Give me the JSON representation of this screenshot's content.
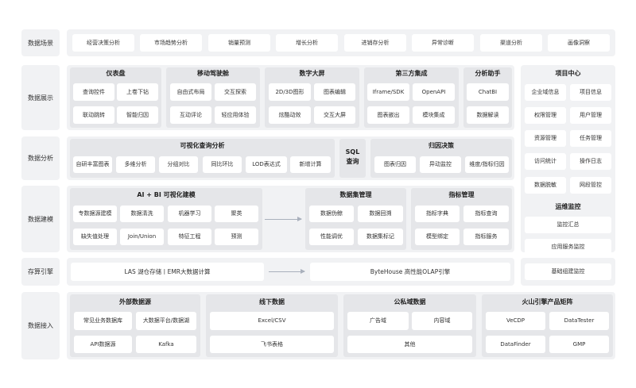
{
  "rows": {
    "scenes": "数据场景",
    "display": "数据展示",
    "analysis": "数据分析",
    "modeling": "数据建模",
    "storage": "存算引擎",
    "ingest": "数据接入"
  },
  "scenes": [
    "经营决策分析",
    "市场趋势分析",
    "销量预测",
    "增长分析",
    "进销存分析",
    "异常诊断",
    "渠道分析",
    "画像洞察"
  ],
  "display": {
    "dashboard": {
      "title": "仪表盘",
      "items": [
        "查询控件",
        "上卷下钻",
        "联动跳转",
        "智能归因"
      ]
    },
    "mobile": {
      "title": "移动驾驶舱",
      "items": [
        "自由式布局",
        "交互探索",
        "互动评论",
        "轻应用体验"
      ]
    },
    "bigscreen": {
      "title": "数字大屏",
      "items": [
        "2D/3D图形",
        "图表编辑",
        "炫酷动效",
        "交互大屏"
      ]
    },
    "thirdparty": {
      "title": "第三方集成",
      "items": [
        "Iframe/SDK",
        "OpenAPI",
        "图表嵌出",
        "模块集成"
      ]
    },
    "assistant": {
      "title": "分析助手",
      "items": [
        "ChatBI",
        "数据解读"
      ]
    }
  },
  "analysis": {
    "visual": {
      "title": "可视化查询分析",
      "items": [
        "自研丰富图表",
        "多维分析",
        "分组对比",
        "同比环比",
        "LOD表达式",
        "新增计算"
      ]
    },
    "sql": {
      "line1": "SQL",
      "line2": "查询"
    },
    "attribution": {
      "title": "归因决策",
      "items": [
        "图表归因",
        "异动监控",
        "维度/指标归因"
      ]
    }
  },
  "modeling": {
    "ai": {
      "title": "AI + BI 可视化建模",
      "items": [
        "专数据源建模",
        "数据清洗",
        "机器学习",
        "聚类",
        "缺失值处理",
        "Join/Union",
        "特征工程",
        "预测"
      ]
    },
    "dataset": {
      "title": "数据集管理",
      "items": [
        "数据伪鲸",
        "数据回溯",
        "性能调优",
        "数据集标记"
      ]
    },
    "metric": {
      "title": "指标管理",
      "items": [
        "指标字典",
        "指标查询",
        "模型绑定",
        "指标服务"
      ]
    }
  },
  "project": {
    "title": "项目中心",
    "items": [
      "企业域信息",
      "项目信息",
      "权限管理",
      "用户管理",
      "资源管理",
      "任务管理",
      "访问统计",
      "操作日志",
      "数据脱敏",
      "网段管控"
    ]
  },
  "ops": {
    "title": "运维监控",
    "items": [
      "监控汇总",
      "应用服务监控",
      "基础组建监控"
    ]
  },
  "storage": {
    "left": "LAS 湖仓存储丨EMR大数据计算",
    "right": "ByteHouse 高性能OLAP引擎"
  },
  "ingest": {
    "external": {
      "title": "外部数据源",
      "items": [
        "常见业务数据库",
        "大数据平台/数据湖",
        "API数据源",
        "Kafka"
      ]
    },
    "offline": {
      "title": "线下数据",
      "items": [
        "Excel/CSV",
        "飞书表格"
      ]
    },
    "domain": {
      "title": "公私域数据",
      "items": [
        "广告域",
        "内容域",
        "其他"
      ]
    },
    "volc": {
      "title": "火山引擎产品矩阵",
      "items": [
        "VeCDP",
        "DataTester",
        "DataFinder",
        "GMP"
      ]
    }
  }
}
